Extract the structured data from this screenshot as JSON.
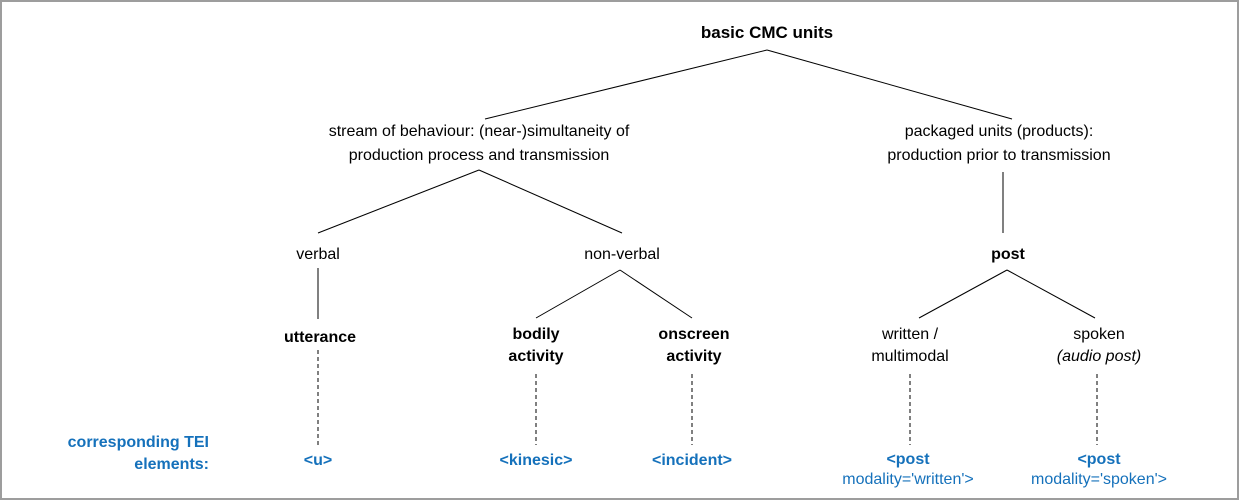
{
  "colors": {
    "accent_blue": "#1571bb",
    "line_black": "#000000",
    "border_gray": "#9d9d9d",
    "background": "#ffffff"
  },
  "tree": {
    "root": {
      "label": "basic CMC units"
    },
    "stream": {
      "line1": "stream of behaviour: (near-)simultaneity of",
      "line2": "production process and transmission"
    },
    "packaged": {
      "line1": "packaged units (products):",
      "line2": "production prior to transmission"
    },
    "verbal": {
      "label": "verbal"
    },
    "nonverbal": {
      "label": "non-verbal"
    },
    "post": {
      "label": "post"
    },
    "utterance": {
      "label": "utterance"
    },
    "bodily": {
      "line1": "bodily",
      "line2": "activity"
    },
    "onscreen": {
      "line1": "onscreen",
      "line2": "activity"
    },
    "written": {
      "line1": "written /",
      "line2": "multimodal"
    },
    "spoken": {
      "line1": "spoken",
      "line2": "(audio post)"
    }
  },
  "tei": {
    "caption": {
      "line1": "corresponding TEI",
      "line2": "elements:"
    },
    "u": {
      "label": "<u>"
    },
    "kinesic": {
      "label": "<kinesic>"
    },
    "incident": {
      "label": "<incident>"
    },
    "post_written": {
      "line1": "<post",
      "line2": "modality='written'>"
    },
    "post_spoken": {
      "line1": "<post",
      "line2": "modality='spoken'>"
    }
  }
}
